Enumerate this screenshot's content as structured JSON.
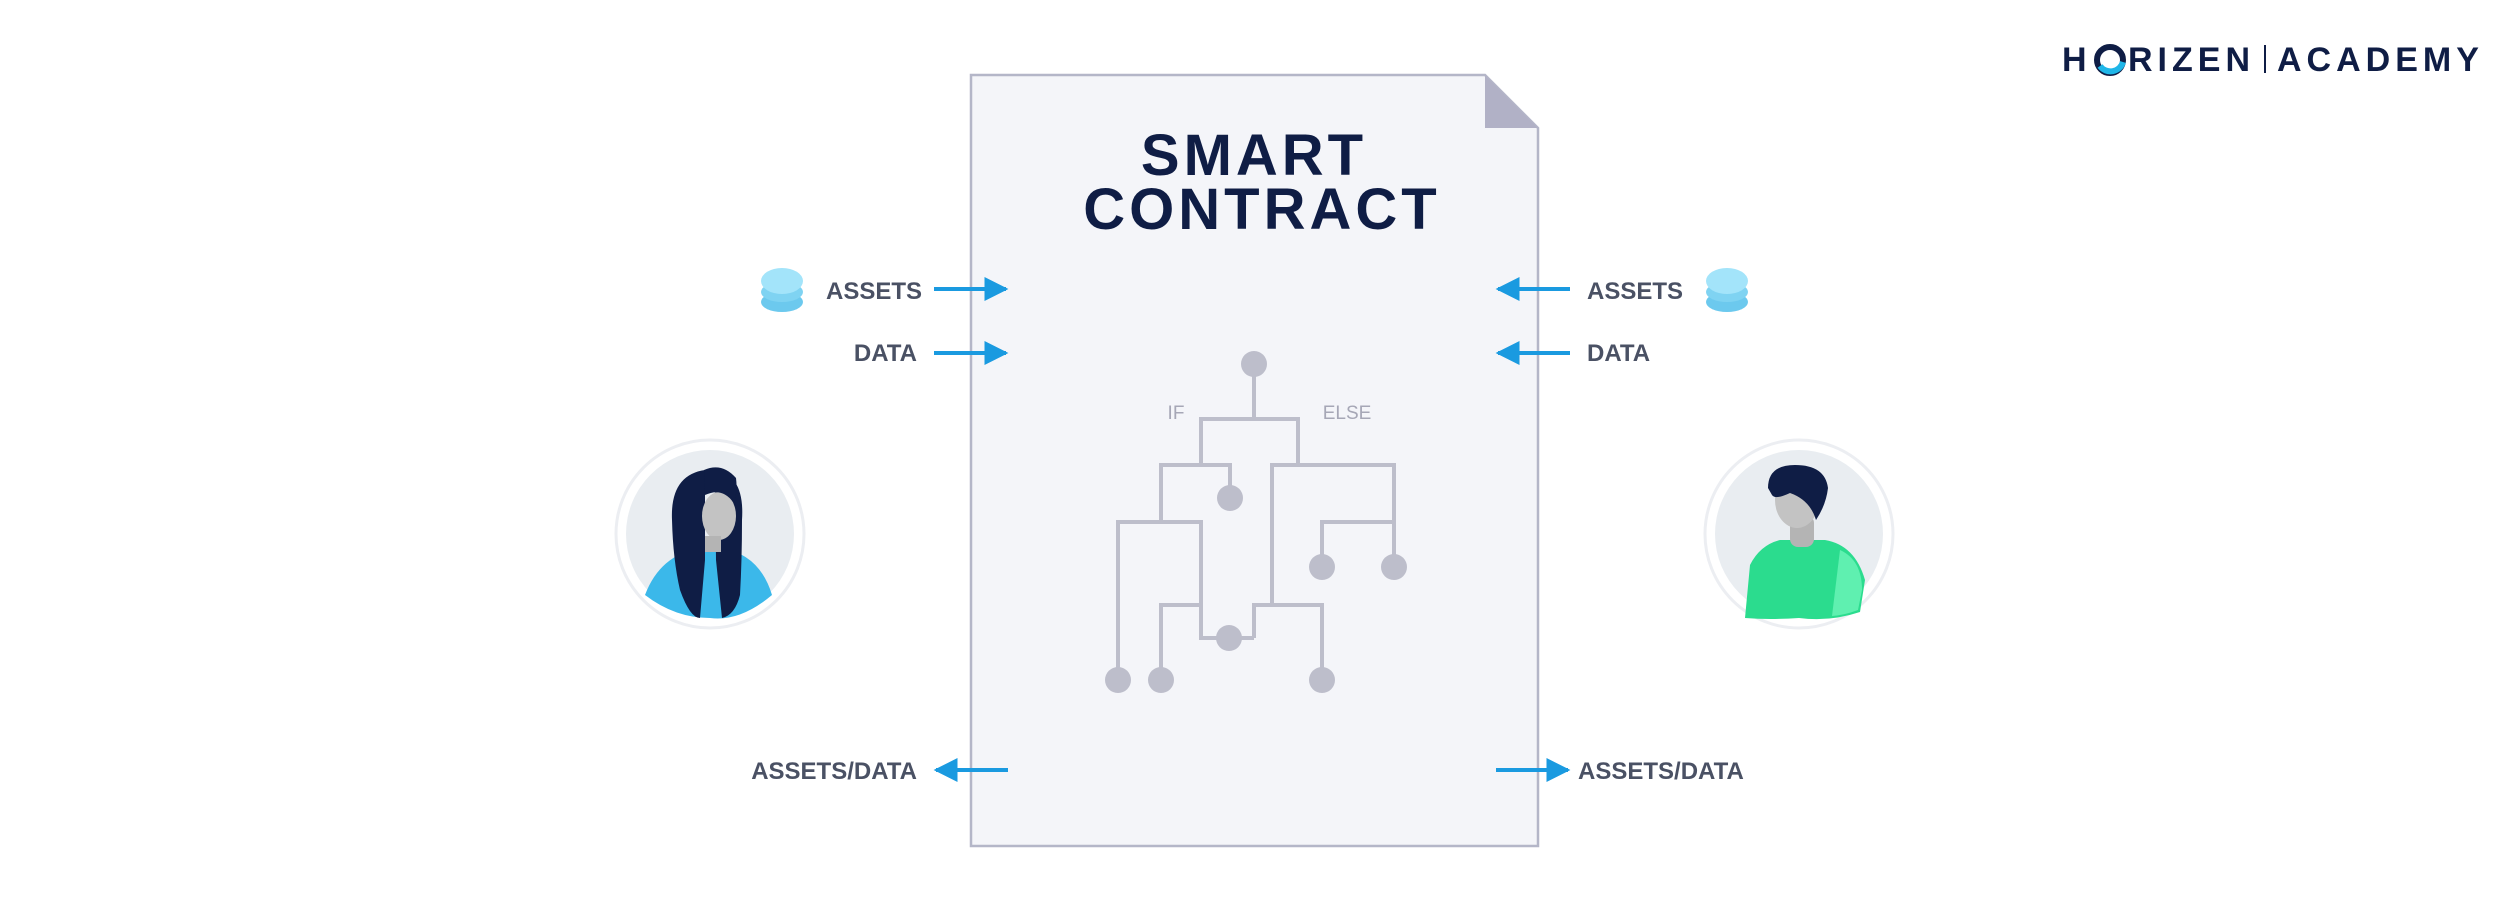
{
  "logo": {
    "brand_left": "H",
    "brand_right": "RIZEN",
    "academy": "ACADEMY"
  },
  "document": {
    "title_line1": "SMART",
    "title_line2": "CONTRACT"
  },
  "left_party": {
    "assets_label": "ASSETS",
    "data_label": "DATA",
    "output_label": "ASSETS/DATA"
  },
  "right_party": {
    "assets_label": "ASSETS",
    "data_label": "DATA",
    "output_label": "ASSETS/DATA"
  },
  "logic_tree": {
    "if_label": "IF",
    "else_label": "ELSE"
  },
  "colors": {
    "arrow": "#1a9ae0",
    "navy": "#0f1d45",
    "tree": "#bdbecb",
    "paper": "#f4f5f9",
    "coin": "#8fdcf6",
    "shirt_left": "#3bb8ea",
    "shirt_right": "#2bdc8e"
  }
}
